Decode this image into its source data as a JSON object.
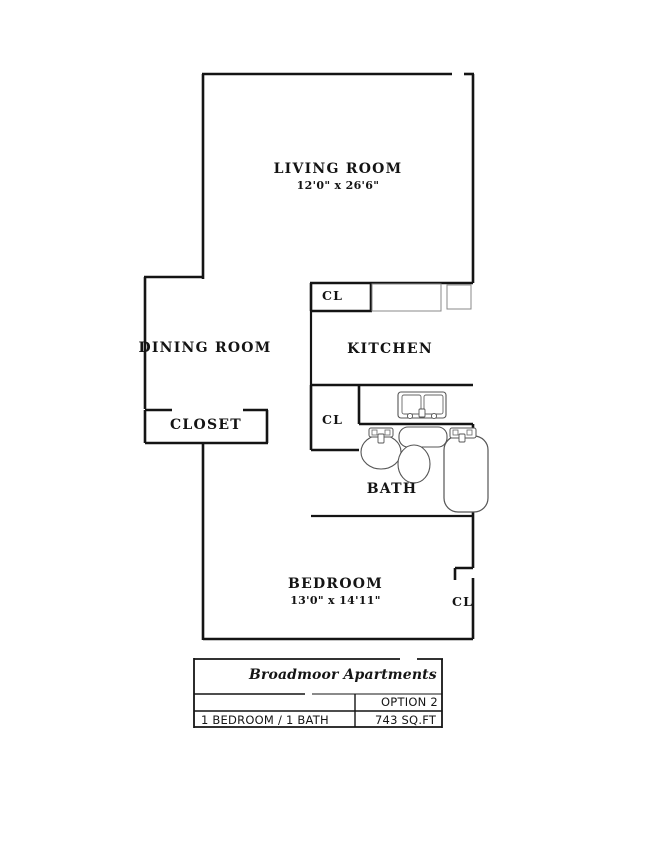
{
  "document": {
    "type": "architectural-floor-plan",
    "background_color": "#ffffff",
    "line_color": "#141414"
  },
  "rooms": [
    {
      "id": "living-room",
      "name": "LIVING ROOM",
      "dimensions": "12'0\" x 26'6\""
    },
    {
      "id": "dining-room",
      "name": "DINING ROOM",
      "dimensions": ""
    },
    {
      "id": "kitchen",
      "name": "KITCHEN",
      "dimensions": ""
    },
    {
      "id": "bath",
      "name": "BATH",
      "dimensions": ""
    },
    {
      "id": "bedroom",
      "name": "BEDROOM",
      "dimensions": "13'0\" x 14'11\""
    },
    {
      "id": "closet-main",
      "name": "CLOSET",
      "dimensions": ""
    }
  ],
  "closets": [
    {
      "id": "closet-kitchen",
      "label": "CL"
    },
    {
      "id": "closet-bath",
      "label": "CL"
    },
    {
      "id": "closet-bedroom",
      "label": "CL"
    }
  ],
  "fixtures": [
    {
      "id": "kitchen-sink",
      "name": "double-basin-sink"
    },
    {
      "id": "kitchen-range",
      "name": "range-appliance"
    },
    {
      "id": "kitchen-counter",
      "name": "counter-run"
    },
    {
      "id": "bath-sink",
      "name": "oval-sink"
    },
    {
      "id": "toilet",
      "name": "toilet"
    },
    {
      "id": "bathtub",
      "name": "bathtub"
    }
  ],
  "title_block": {
    "project_name": "Broadmoor Apartments",
    "option": "OPTION 2",
    "unit_type": "1 BEDROOM / 1 BATH",
    "area": "743 SQ.FT"
  }
}
